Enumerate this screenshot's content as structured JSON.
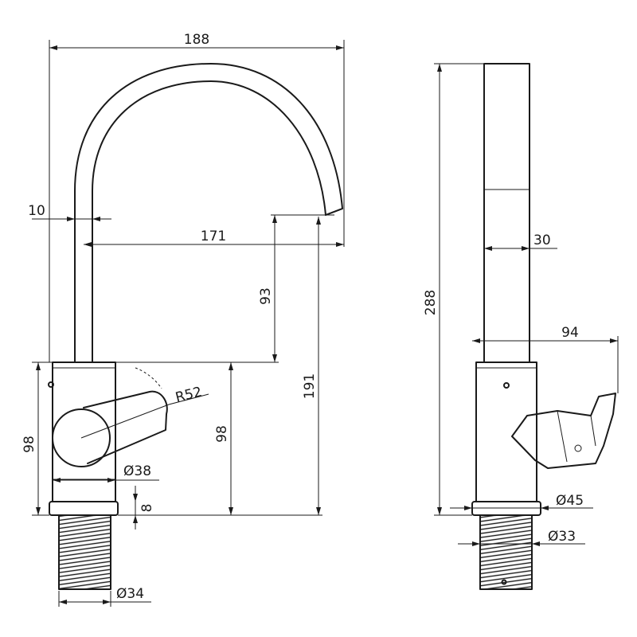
{
  "dimensions": {
    "front": {
      "overall_width": "188",
      "spout_thickness": "10",
      "spout_reach": "171",
      "outlet_height_above_body": "93",
      "outlet_height": "191",
      "body_height_left": "98",
      "body_height_inner": "98",
      "lever_radius": "R52",
      "body_diameter": "Ø38",
      "base_ring_height": "8",
      "thread_diameter": "Ø34"
    },
    "side": {
      "overall_height": "288",
      "spout_width": "30",
      "lever_depth": "94",
      "base_diameter": "Ø45",
      "thread_diameter": "Ø33"
    }
  }
}
